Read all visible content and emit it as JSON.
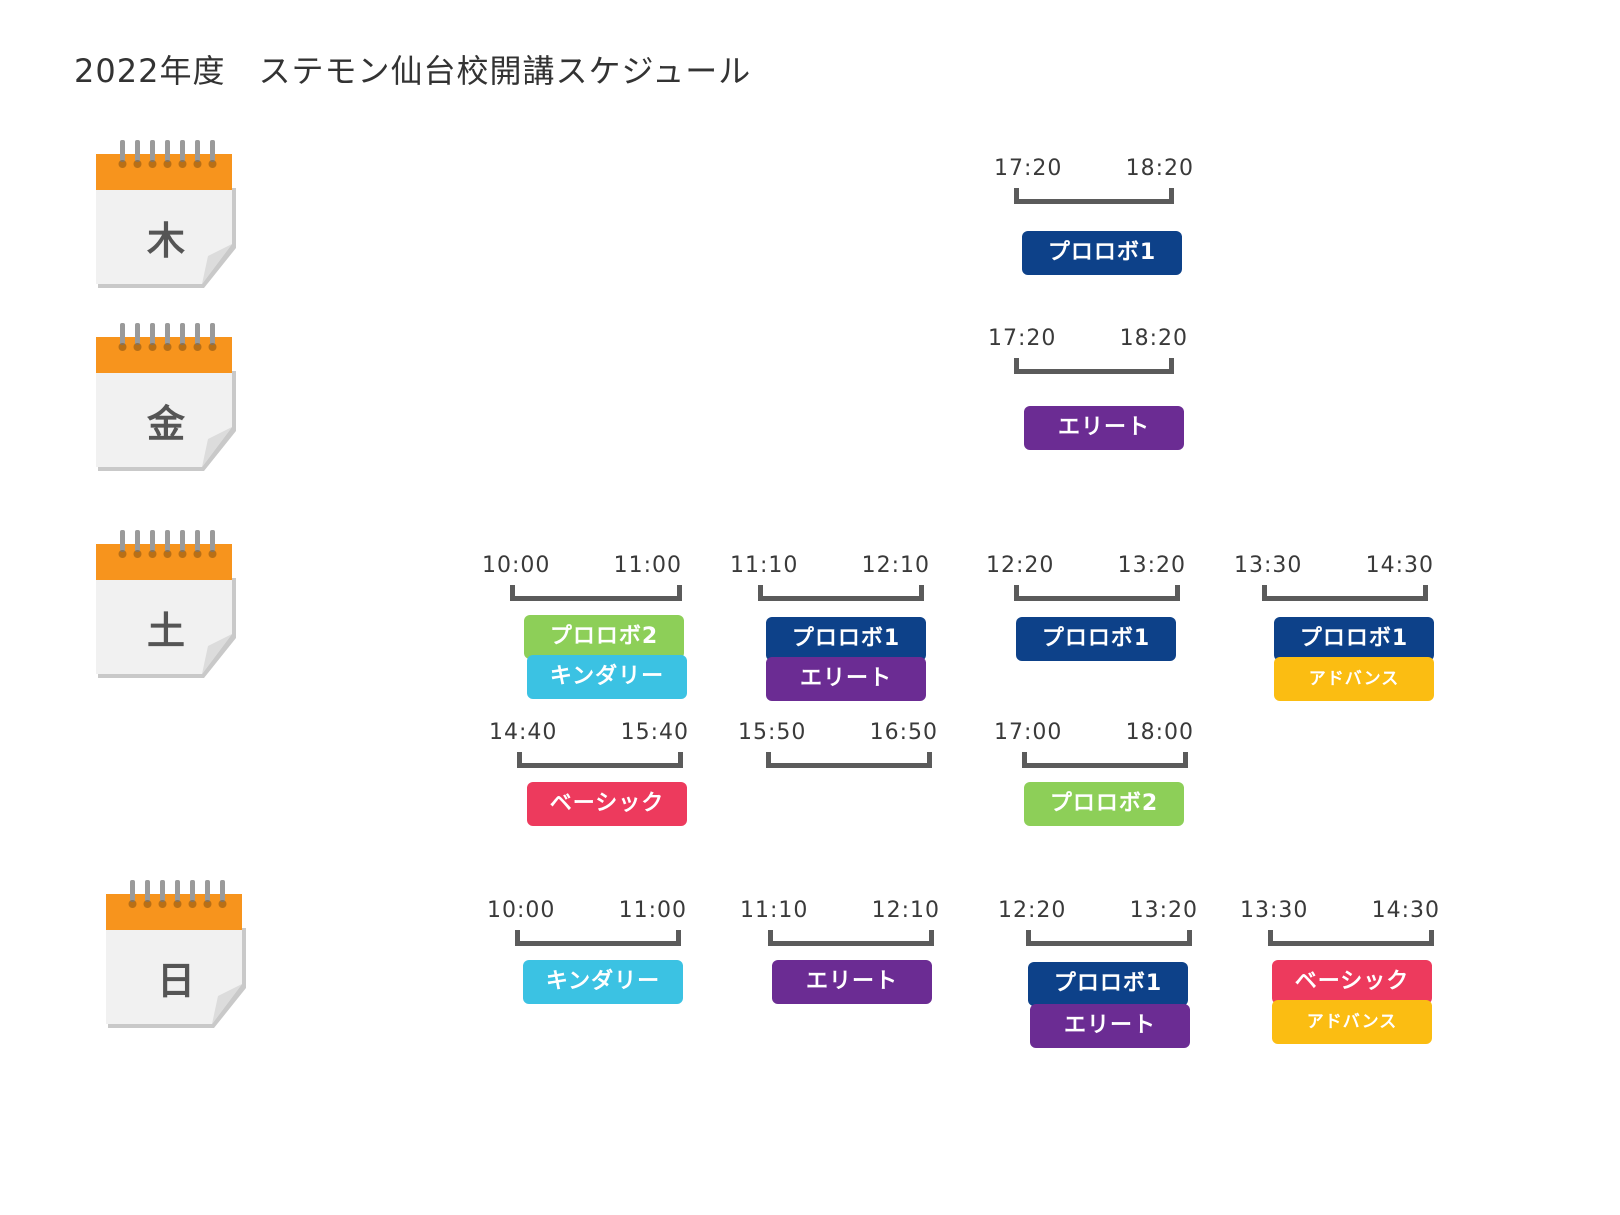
{
  "title": "2022年度　ステモン仙台校開講スケジュール",
  "colors": {
    "calendar_top": "#f7941d",
    "proloboat1": "#0d4189",
    "proloboat2": "#8dcf58",
    "elite": "#6b2c93",
    "kindery": "#3bc2e3",
    "basic": "#ed3a5d",
    "advance": "#fbbd12"
  },
  "days": [
    {
      "label": "木"
    },
    {
      "label": "金"
    },
    {
      "label": "土"
    },
    {
      "label": "日"
    }
  ],
  "schedule": {
    "thu": [
      {
        "start": "17:20",
        "end": "18:20",
        "classes": [
          "プロロボ1"
        ]
      }
    ],
    "fri": [
      {
        "start": "17:20",
        "end": "18:20",
        "classes": [
          "エリート"
        ]
      }
    ],
    "sat": [
      {
        "start": "10:00",
        "end": "11:00",
        "classes": [
          "プロロボ2",
          "キンダリー"
        ]
      },
      {
        "start": "11:10",
        "end": "12:10",
        "classes": [
          "プロロボ1",
          "エリート"
        ]
      },
      {
        "start": "12:20",
        "end": "13:20",
        "classes": [
          "プロロボ1"
        ]
      },
      {
        "start": "13:30",
        "end": "14:30",
        "classes": [
          "プロロボ1",
          "アドバンス"
        ]
      },
      {
        "start": "14:40",
        "end": "15:40",
        "classes": [
          "ベーシック"
        ]
      },
      {
        "start": "15:50",
        "end": "16:50",
        "classes": []
      },
      {
        "start": "17:00",
        "end": "18:00",
        "classes": [
          "プロロボ2"
        ]
      }
    ],
    "sun": [
      {
        "start": "10:00",
        "end": "11:00",
        "classes": [
          "キンダリー"
        ]
      },
      {
        "start": "11:10",
        "end": "12:10",
        "classes": [
          "エリート"
        ]
      },
      {
        "start": "12:20",
        "end": "13:20",
        "classes": [
          "プロロボ1",
          "エリート"
        ]
      },
      {
        "start": "13:30",
        "end": "14:30",
        "classes": [
          "ベーシック",
          "アドバンス"
        ]
      }
    ]
  }
}
